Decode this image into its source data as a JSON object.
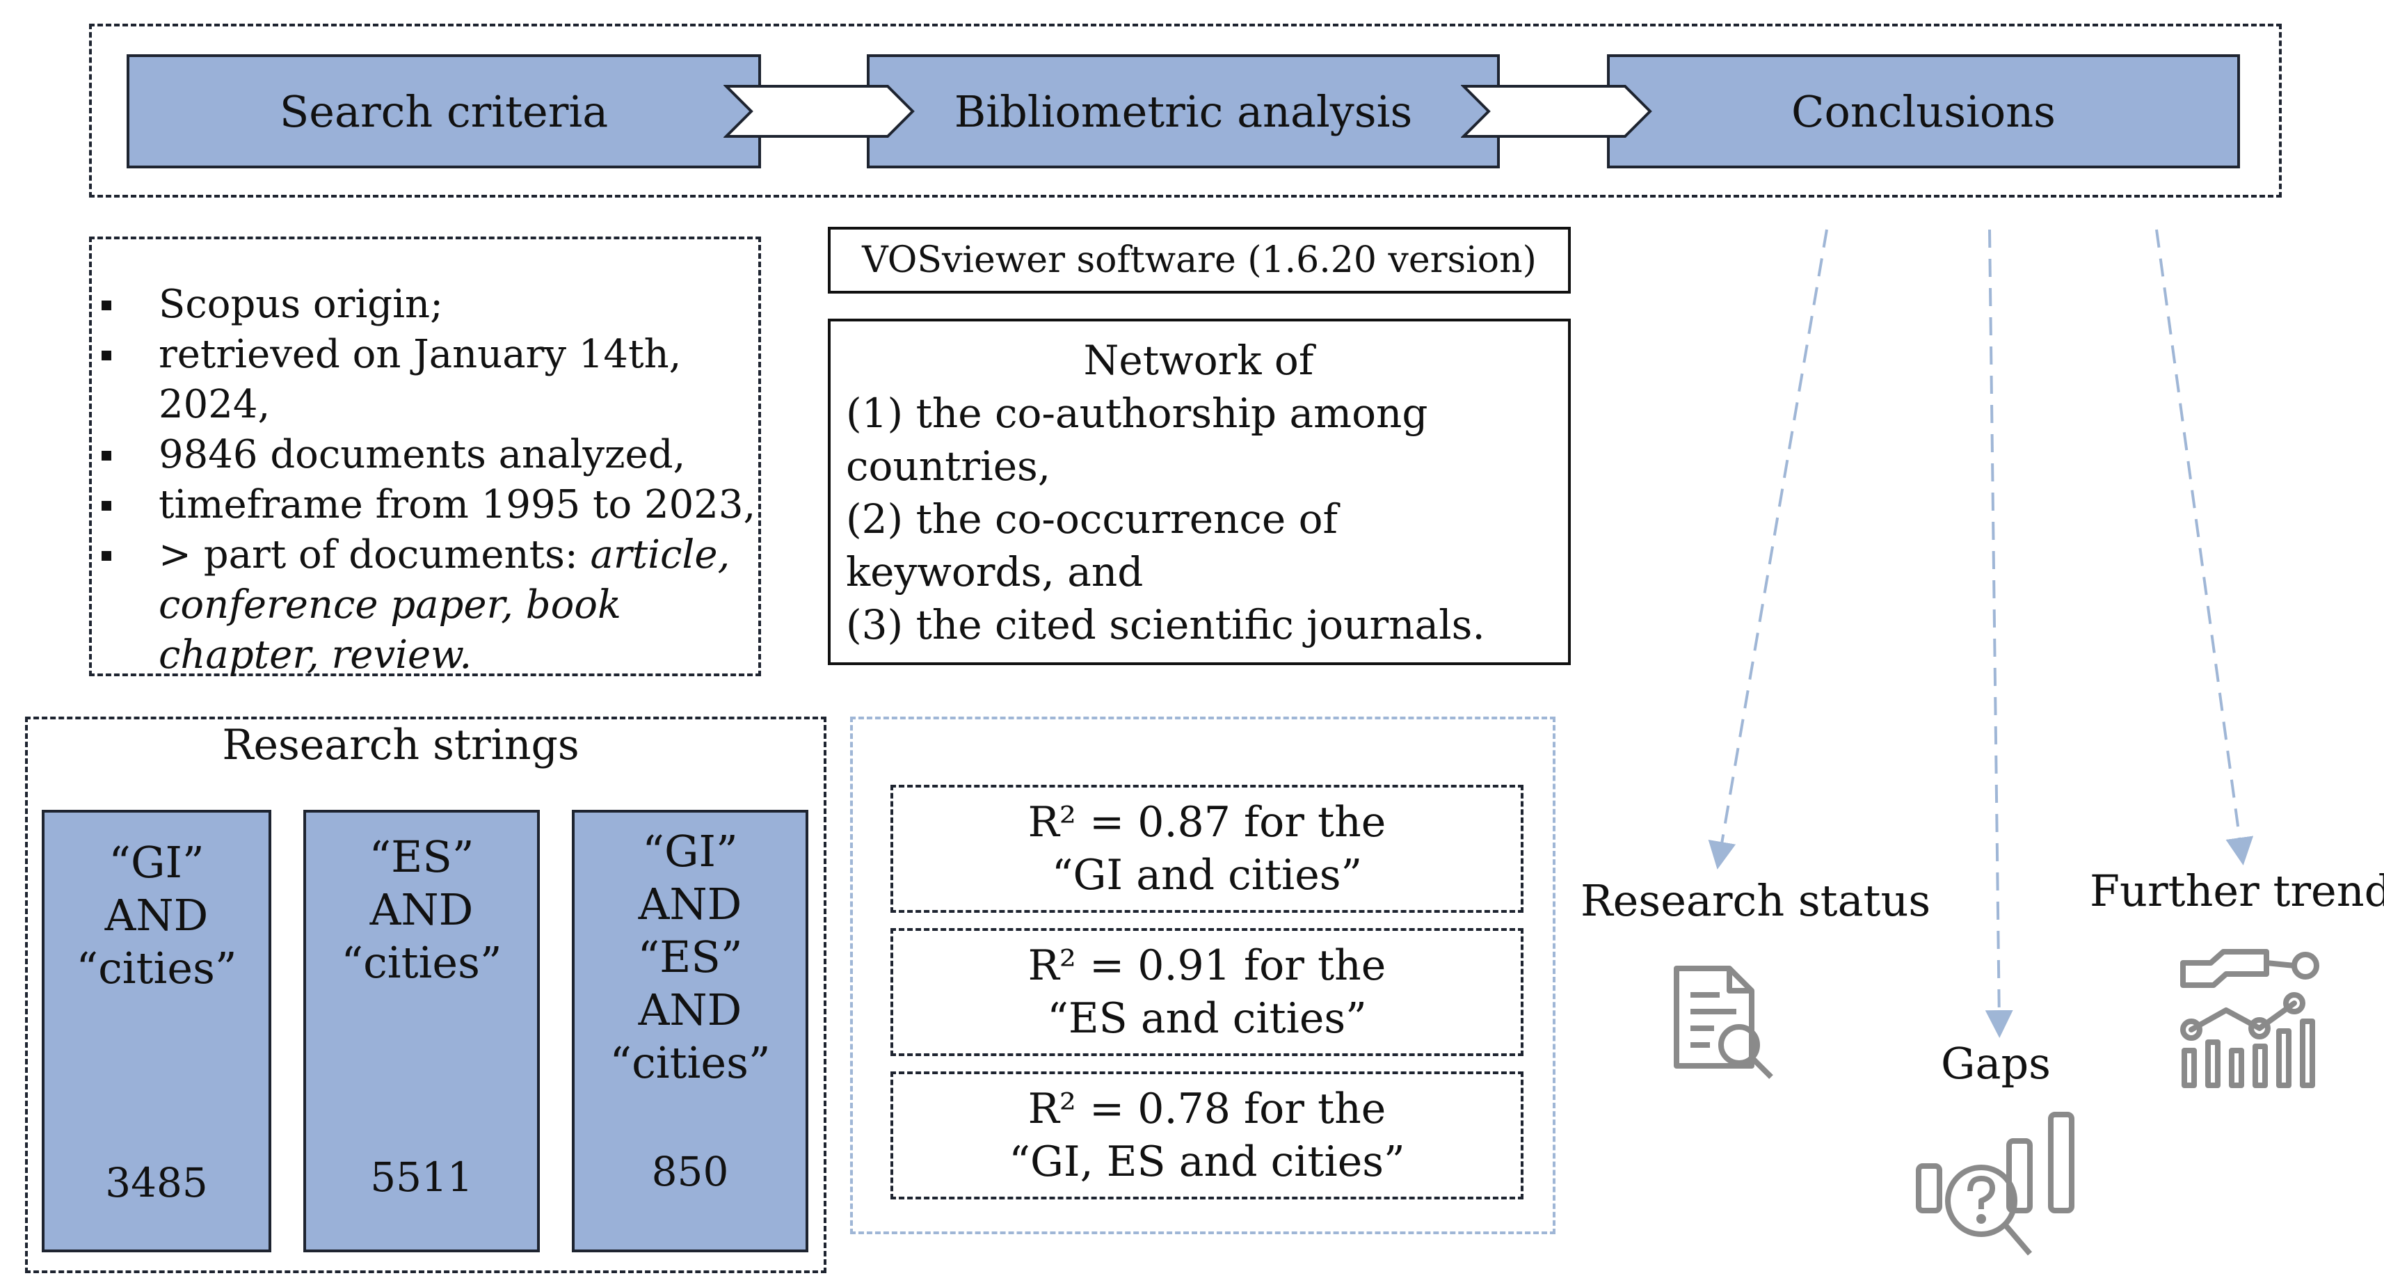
{
  "workflow": {
    "stages": [
      {
        "label": "Search criteria"
      },
      {
        "label": "Bibliometric analysis"
      },
      {
        "label": "Conclusions"
      }
    ]
  },
  "search_criteria": {
    "items": [
      {
        "text": "Scopus origin;"
      },
      {
        "text": "retrieved on January 14th, 2024,"
      },
      {
        "text": "9846 documents analyzed,"
      },
      {
        "text": "timeframe from 1995 to 2023,"
      }
    ],
    "last_item_prefix": "> part of documents: ",
    "last_item_types": "article, conference paper, book chapter, review."
  },
  "research_strings": {
    "title": "Research strings",
    "strings": [
      {
        "lines": [
          "“GI”",
          "AND",
          "“cities”"
        ],
        "count": "3485"
      },
      {
        "lines": [
          "“ES”",
          "AND",
          "“cities”"
        ],
        "count": "5511"
      },
      {
        "lines": [
          "“GI”",
          "AND",
          "“ES”",
          "AND",
          "“cities”"
        ],
        "count": "850"
      }
    ]
  },
  "software": {
    "label": "VOSviewer software (1.6.20  version)"
  },
  "network": {
    "title": "Network of",
    "items": [
      "(1) the co-authorship among countries,",
      "(2) the co-occurrence of keywords, and",
      "(3) the cited scientific journals."
    ]
  },
  "r_squared": [
    {
      "line1": "R² = 0.87 for the",
      "line2": "“GI and cities”"
    },
    {
      "line1": "R² = 0.91 for the",
      "line2": "“ES and cities”"
    },
    {
      "line1": "R² = 0.78 for the",
      "line2": "“GI, ES and cities”"
    }
  ],
  "outcomes": [
    {
      "label": "Research status",
      "icon": "document-search-icon"
    },
    {
      "label": "Gaps",
      "icon": "question-chart-icon"
    },
    {
      "label": "Further trends",
      "icon": "trend-chart-icon"
    }
  ],
  "colors": {
    "stage_fill": "#9ab1d8",
    "arrow_dash": "#9fb6d6",
    "border": "#1e2430",
    "icon": "#8a8a8a"
  }
}
